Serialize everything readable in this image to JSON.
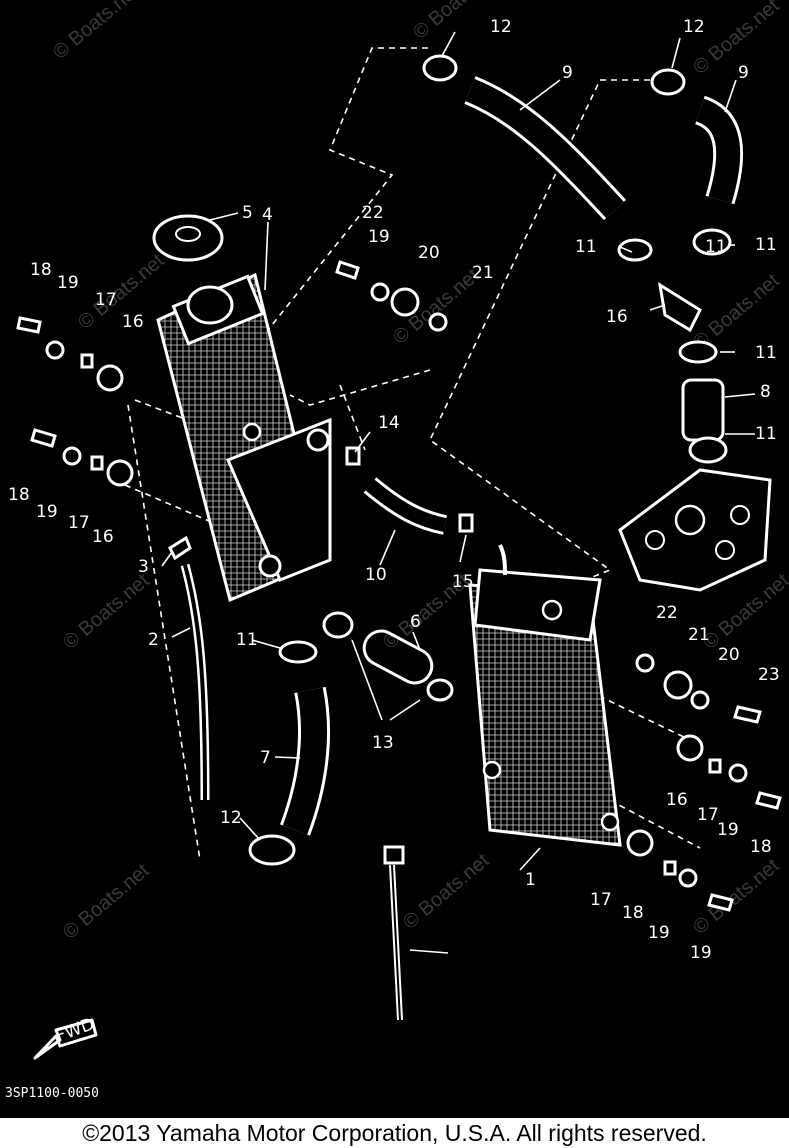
{
  "diagram": {
    "background": "#000000",
    "line_color": "#ffffff",
    "drawing_code": "3SP1100-0050",
    "fwd_label": "FWD",
    "watermark": "© Boats.net",
    "callouts": [
      "1",
      "2",
      "3",
      "4",
      "5",
      "6",
      "7",
      "8",
      "9",
      "9",
      "10",
      "11",
      "11",
      "11",
      "11",
      "11",
      "11",
      "12",
      "12",
      "12",
      "13",
      "14",
      "15",
      "16",
      "16",
      "16",
      "16",
      "17",
      "17",
      "17",
      "17",
      "18",
      "18",
      "18",
      "18",
      "19",
      "19",
      "19",
      "19",
      "19",
      "19",
      "20",
      "20",
      "21",
      "21",
      "22",
      "22",
      "23"
    ]
  },
  "footer": {
    "copyright": "©2013 Yamaha Motor Corporation, U.S.A. All rights reserved."
  }
}
